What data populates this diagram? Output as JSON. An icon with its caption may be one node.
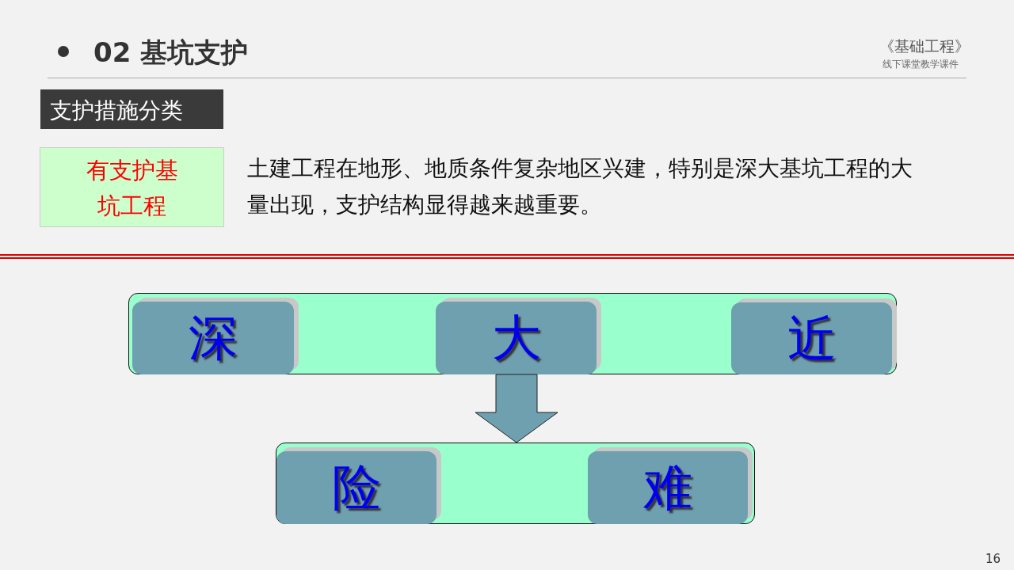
{
  "diagram": {
    "title": "02 基坑支护",
    "nodes": [
      {
        "text": [
          "支护措施分类"
        ]
      },
      {
        "text": [
          "有支护基坑工程"
        ]
      },
      {
        "text": [],
        "shape": "bar"
      },
      {
        "text": [
          "深"
        ],
        "in": 2
      },
      {
        "text": [
          "大"
        ],
        "in": 2
      },
      {
        "text": [
          "近"
        ],
        "in": 2
      },
      {
        "text": [],
        "shape": "bar"
      },
      {
        "text": [
          "险"
        ],
        "in": 6
      },
      {
        "text": [
          "难"
        ],
        "in": 6
      }
    ],
    "edges": [
      {
        "from": 2,
        "to": 6,
        "arrow": "to"
      }
    ],
    "labels": [
      "《基础工程》",
      "线下课堂教学课件",
      "土建工程在地形、地质条件复杂地区兴建，特别是深大基坑工程的大量出现，支护结构显得越来越重要。",
      "16"
    ]
  }
}
